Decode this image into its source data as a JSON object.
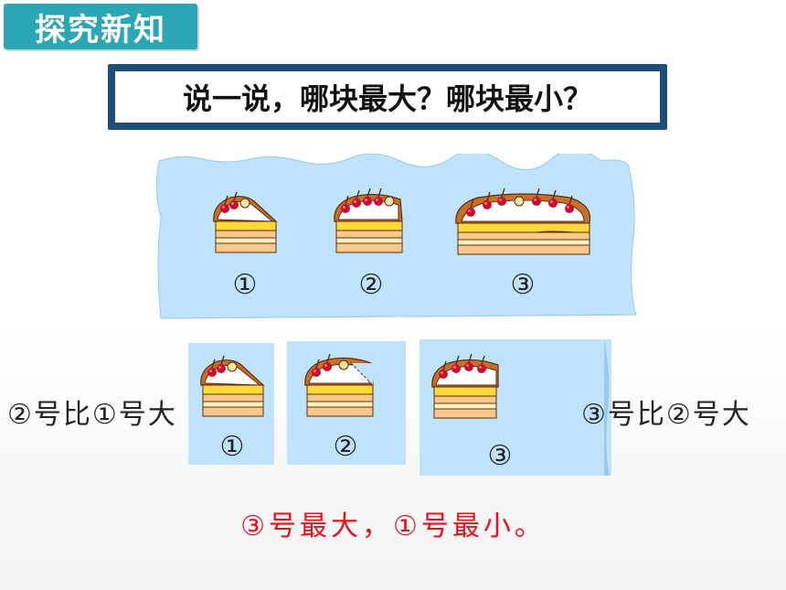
{
  "header": {
    "badge_label": "探究新知"
  },
  "question": "说一说，哪块最大？哪块最小？",
  "top_row": {
    "labels": [
      "①",
      "②",
      "③"
    ]
  },
  "comparison": {
    "labels": [
      "①",
      "②",
      "③"
    ],
    "left_text": "②号比①号大",
    "right_text": "③号比②号大"
  },
  "conclusion": "③号最大，①号最小。",
  "colors": {
    "badge": "#2aa6b5",
    "frame": "#1f4e79",
    "card": "#bfe3fa",
    "conclusion": "#e8101c"
  }
}
